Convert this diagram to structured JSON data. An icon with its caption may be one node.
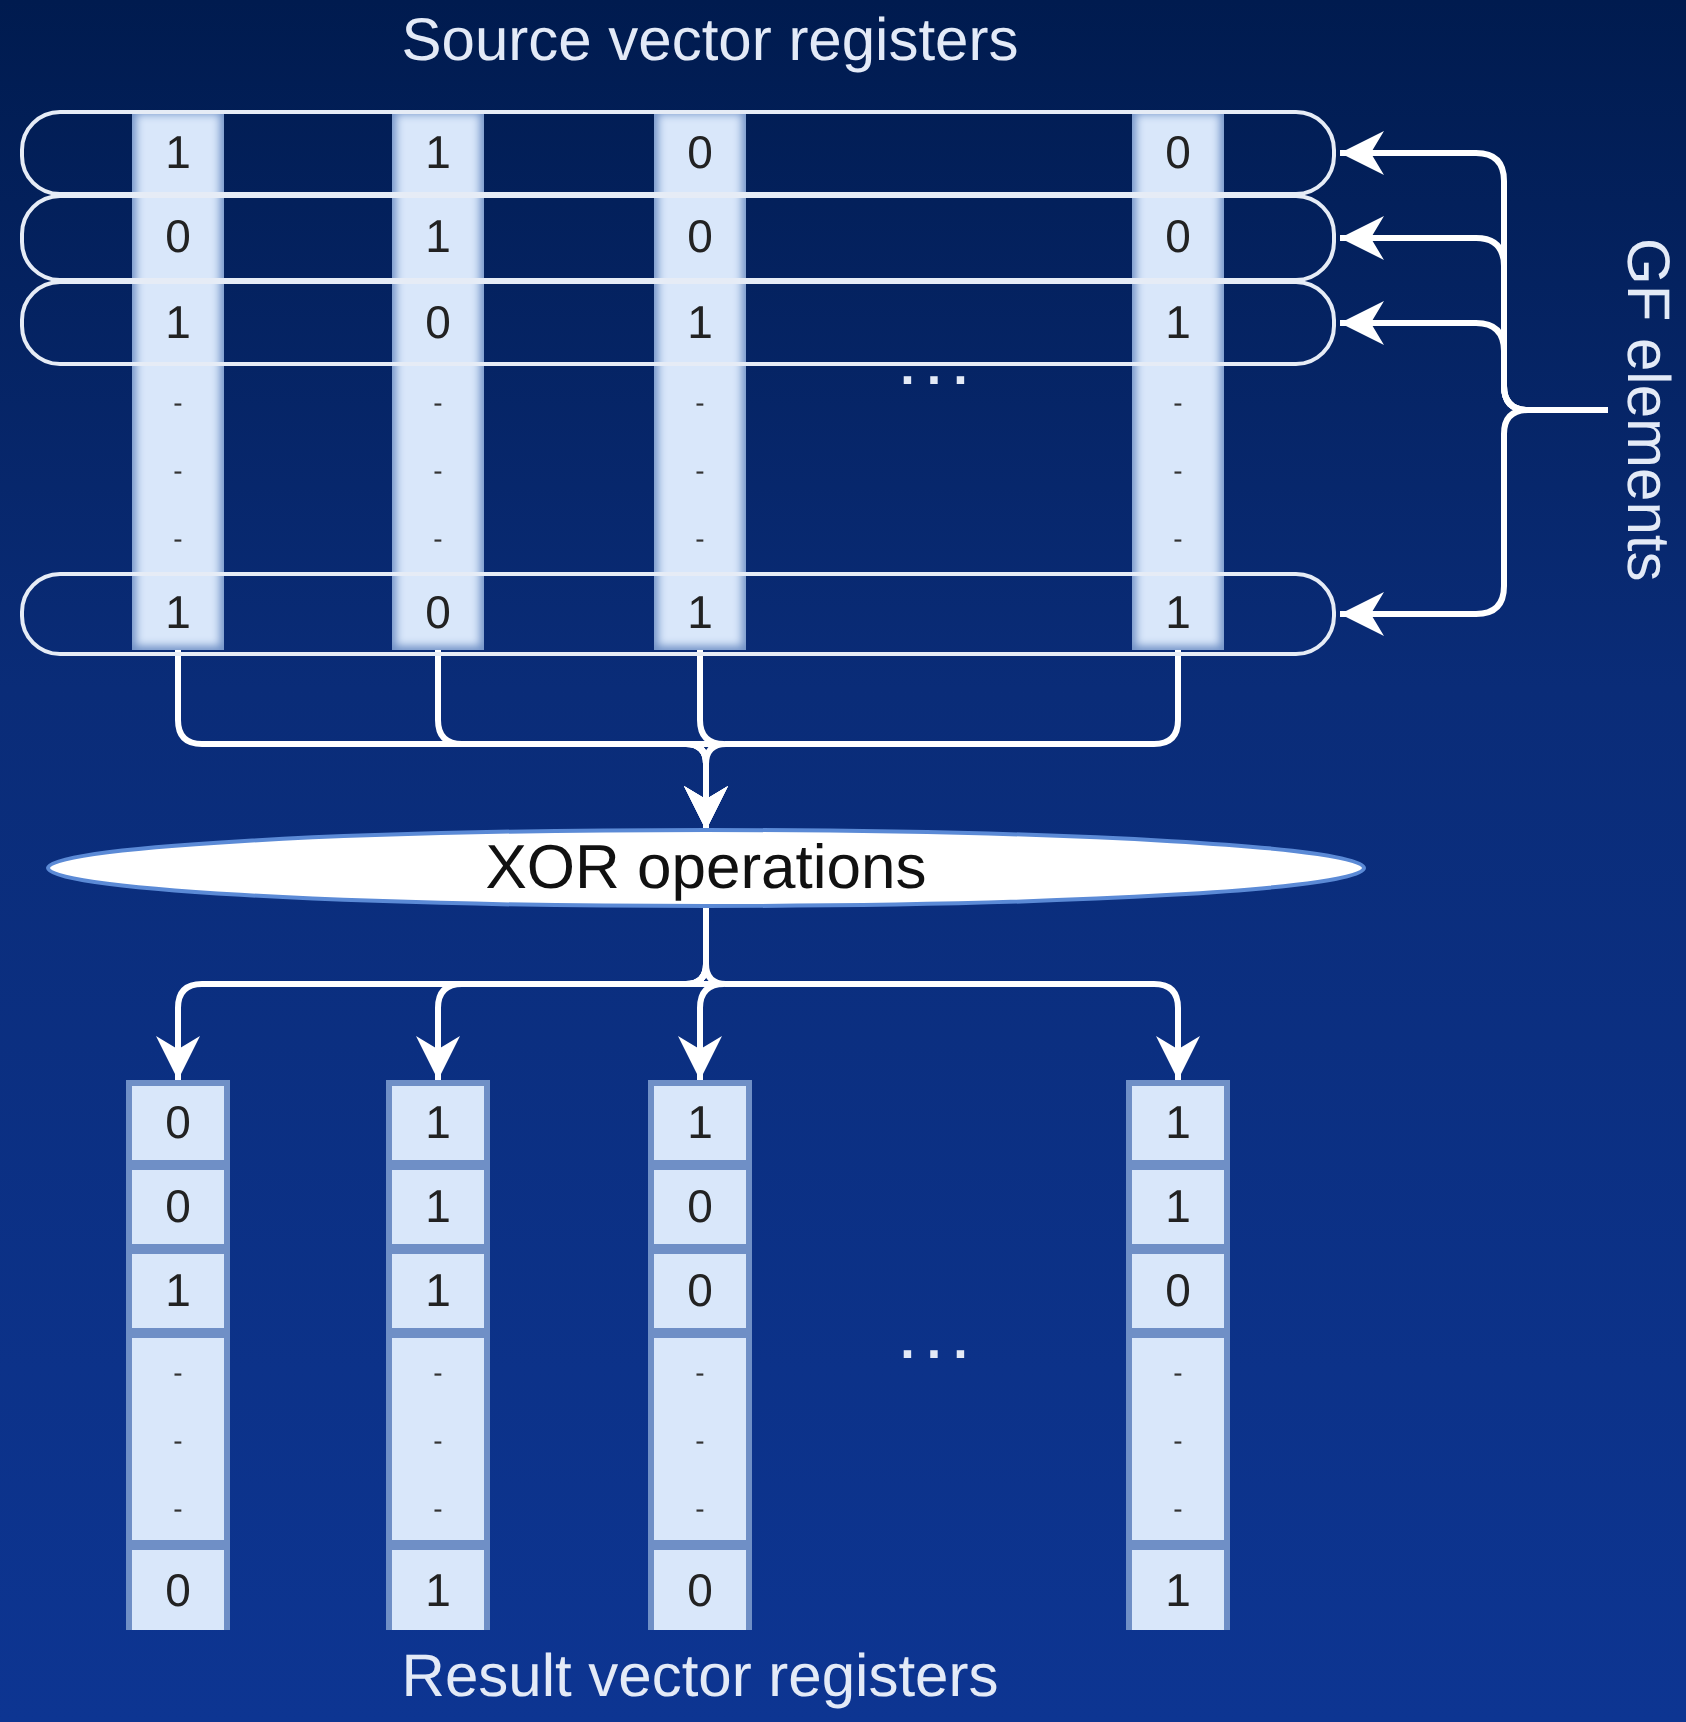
{
  "diagram": {
    "nodes": [
      {
        "text": [
          "1",
          "0",
          "1",
          "- - -",
          "1"
        ]
      },
      {
        "text": [
          "1",
          "1",
          "0",
          "- - -",
          "0"
        ]
      },
      {
        "text": [
          "0",
          "0",
          "1",
          "- - -",
          "1"
        ]
      },
      {
        "text": [
          "0",
          "0",
          "1",
          "- - -",
          "1"
        ]
      },
      {
        "text": [],
        "shape": "box"
      },
      {
        "text": [],
        "shape": "box"
      },
      {
        "text": [],
        "shape": "box"
      },
      {
        "text": [],
        "shape": "box"
      },
      {
        "text": [
          "GF elements"
        ]
      },
      {
        "text": [
          "XOR operations"
        ]
      },
      {
        "text": [
          "0",
          "0",
          "1",
          "- - -",
          "0"
        ]
      },
      {
        "text": [
          "1",
          "1",
          "1",
          "- - -",
          "1"
        ]
      },
      {
        "text": [
          "1",
          "0",
          "0",
          "- - -",
          "0"
        ]
      },
      {
        "text": [
          "1",
          "1",
          "0",
          "- - -",
          "1"
        ]
      }
    ],
    "edges": [
      {
        "from": 8,
        "to": 4,
        "arrow": "to"
      },
      {
        "from": 8,
        "to": 5,
        "arrow": "to"
      },
      {
        "from": 8,
        "to": 6,
        "arrow": "to"
      },
      {
        "from": 8,
        "to": 7,
        "arrow": "to"
      },
      {
        "from": 0,
        "to": 9,
        "arrow": "to"
      },
      {
        "from": 1,
        "to": 9,
        "arrow": "to"
      },
      {
        "from": 2,
        "to": 9,
        "arrow": "to"
      },
      {
        "from": 3,
        "to": 9,
        "arrow": "to"
      },
      {
        "from": 9,
        "to": 10,
        "arrow": "to"
      },
      {
        "from": 9,
        "to": 11,
        "arrow": "to"
      },
      {
        "from": 9,
        "to": 12,
        "arrow": "to"
      },
      {
        "from": 9,
        "to": 13,
        "arrow": "to"
      }
    ],
    "labels": [
      "Source vector registers",
      "...",
      "...",
      "Result vector registers"
    ]
  }
}
